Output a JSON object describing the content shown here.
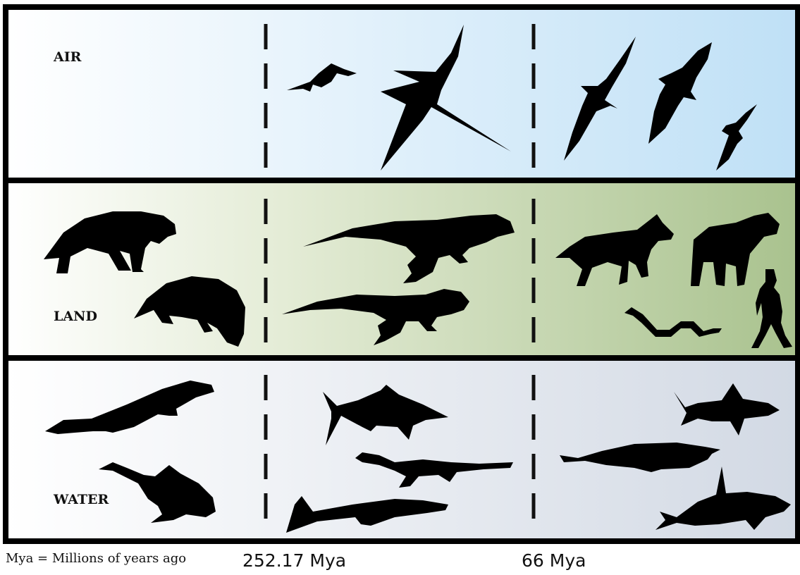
{
  "rows": [
    {
      "label": "AIR",
      "bg": [
        "#ffffff",
        "#bfe0f6"
      ]
    },
    {
      "label": "LAND",
      "bg": [
        "#ffffff",
        "#a9c28e"
      ]
    },
    {
      "label": "WATER",
      "bg": [
        "#ffffff",
        "#d2d9e4"
      ]
    }
  ],
  "timeline": {
    "legend": "Mya = Millions of years ago",
    "boundaries": [
      "252.17 Mya",
      "66 Mya"
    ]
  },
  "colors": {
    "border": "#000000",
    "silhouette": "#000000"
  }
}
